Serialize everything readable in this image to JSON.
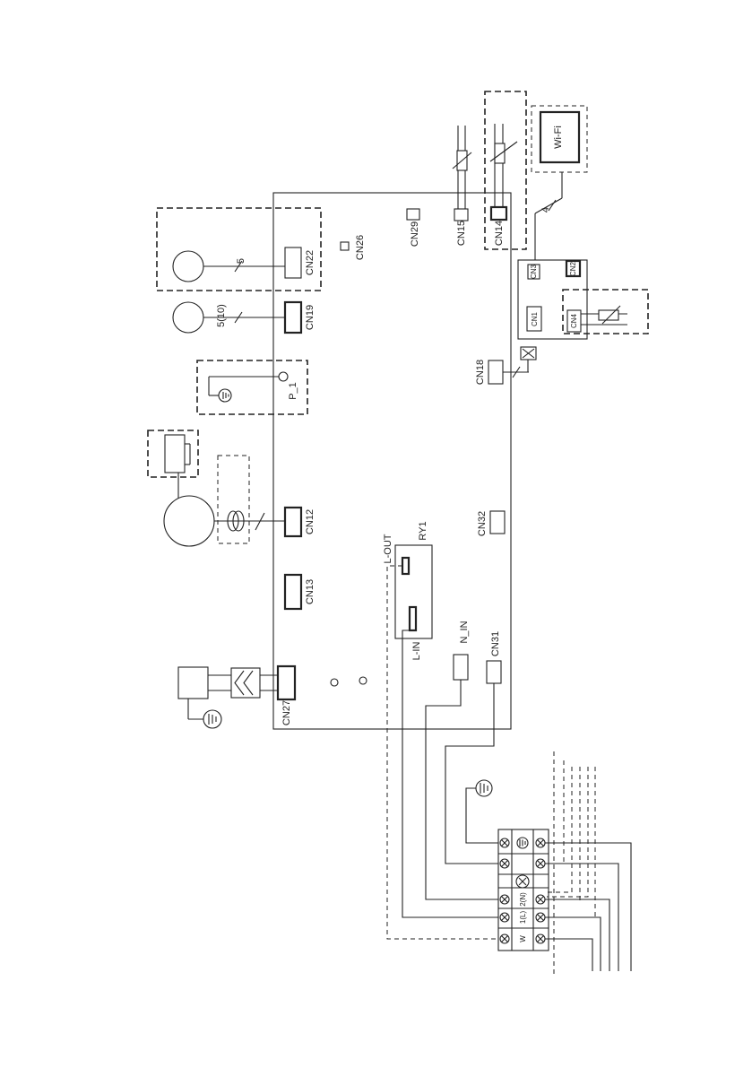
{
  "connectors": {
    "cn27": "CN27",
    "cn13": "CN13",
    "cn12": "CN12",
    "cn19": "CN19",
    "cn22": "CN22",
    "cn26": "CN26",
    "cn29": "CN29",
    "cn15": "CN15",
    "cn14": "CN14",
    "cn31": "CN31",
    "cn32": "CN32",
    "cn18": "CN18"
  },
  "relay": {
    "name": "RY1",
    "l_out": "L-OUT",
    "l_in": "L-IN",
    "n_in": "N_IN"
  },
  "components": {
    "pressure": "P_1",
    "wifi": "Wi-Fi"
  },
  "wire_counts": {
    "cn22": "5",
    "cn19": "5(10)",
    "wifi": "4"
  },
  "subboard": {
    "cn1": "CN1",
    "cn2": "CN2",
    "cn3": "CN3",
    "cn4": "CN4"
  },
  "terminal_block": {
    "w": "W",
    "l": "1(L)",
    "n": "2(N)"
  }
}
